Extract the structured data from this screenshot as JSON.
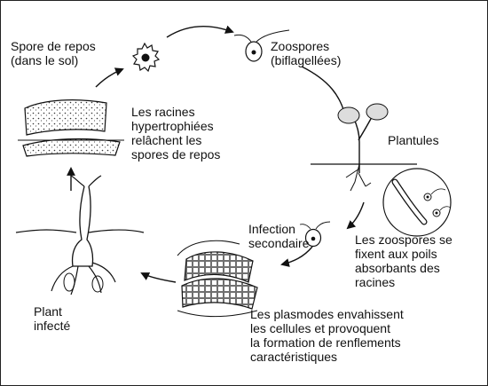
{
  "labels": {
    "spore_repos": "Spore de repos\n(dans le sol)",
    "zoospores": "Zoospores\n(biflagellées)",
    "racines_hypertrophiees": "Les racines\nhypertrophiées\nrelâchent les\nspores de repos",
    "plantules": "Plantules",
    "infection_secondaire": "Infection\nsecondaire",
    "zoospores_fixent": "Les zoospores se\nfixent aux poils\nabsorbants des\nracines",
    "plant_infecte": "Plant\ninfecté",
    "plasmodes": "Les plasmodes envahissent\nles cellules et provoquent\nla formation de renflements\ncaractéristiques"
  }
}
